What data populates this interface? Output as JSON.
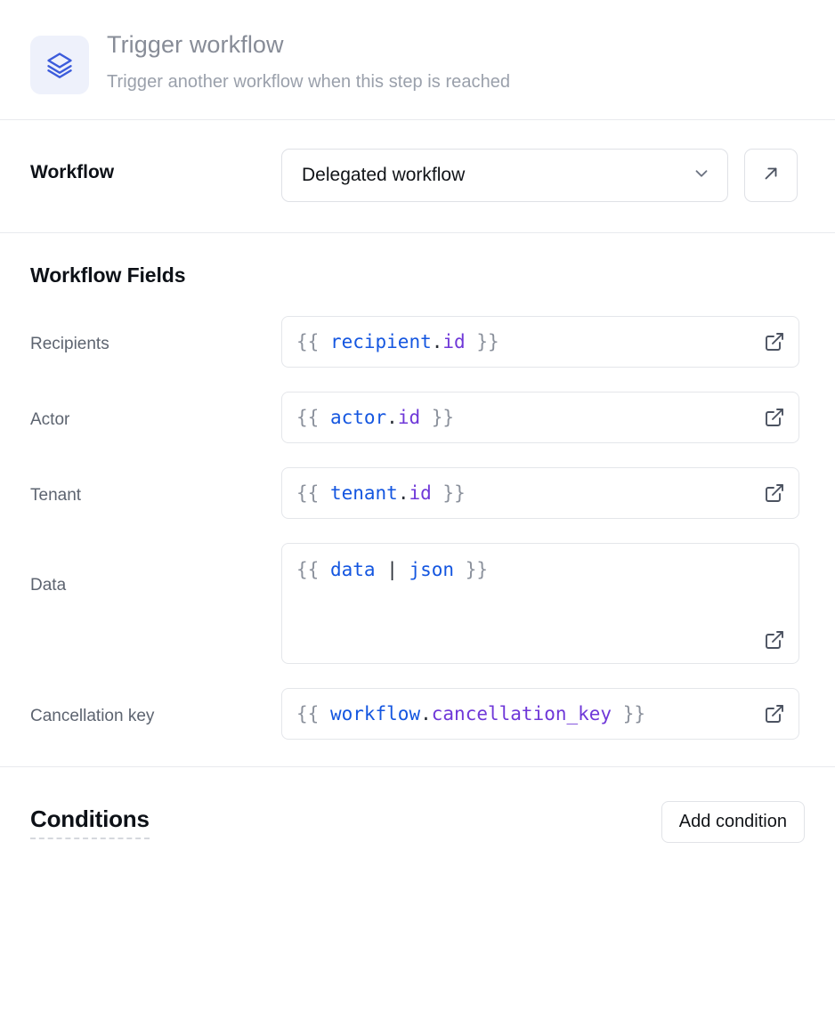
{
  "header": {
    "icon": "layers-stack-icon",
    "title": "Trigger workflow",
    "subtitle": "Trigger another workflow when this step is reached",
    "icon_color": "#3b5bdb",
    "icon_bg": "#eef1fb"
  },
  "workflow": {
    "label": "Workflow",
    "selected": "Delegated workflow",
    "dropdown_icon": "chevron-down-icon",
    "open_button_icon": "arrow-up-right-icon"
  },
  "fields": {
    "section_title": "Workflow Fields",
    "expand_icon": "external-link-icon",
    "items": [
      {
        "label": "Recipients",
        "value": "{{ recipient.id }}",
        "tokens": [
          {
            "t": "{{",
            "k": "brace"
          },
          {
            "t": " ",
            "k": "plain"
          },
          {
            "t": "recipient",
            "k": "root"
          },
          {
            "t": ".",
            "k": "dot"
          },
          {
            "t": "id",
            "k": "prop"
          },
          {
            "t": " ",
            "k": "plain"
          },
          {
            "t": "}}",
            "k": "brace"
          }
        ],
        "multiline": false
      },
      {
        "label": "Actor",
        "value": "{{ actor.id }}",
        "tokens": [
          {
            "t": "{{",
            "k": "brace"
          },
          {
            "t": " ",
            "k": "plain"
          },
          {
            "t": "actor",
            "k": "root"
          },
          {
            "t": ".",
            "k": "dot"
          },
          {
            "t": "id",
            "k": "prop"
          },
          {
            "t": " ",
            "k": "plain"
          },
          {
            "t": "}}",
            "k": "brace"
          }
        ],
        "multiline": false
      },
      {
        "label": "Tenant",
        "value": "{{ tenant.id }}",
        "tokens": [
          {
            "t": "{{",
            "k": "brace"
          },
          {
            "t": " ",
            "k": "plain"
          },
          {
            "t": "tenant",
            "k": "root"
          },
          {
            "t": ".",
            "k": "dot"
          },
          {
            "t": "id",
            "k": "prop"
          },
          {
            "t": " ",
            "k": "plain"
          },
          {
            "t": "}}",
            "k": "brace"
          }
        ],
        "multiline": false
      },
      {
        "label": "Data",
        "value": "{{ data | json }}",
        "tokens": [
          {
            "t": "{{",
            "k": "brace"
          },
          {
            "t": " ",
            "k": "plain"
          },
          {
            "t": "data",
            "k": "root"
          },
          {
            "t": " ",
            "k": "plain"
          },
          {
            "t": "|",
            "k": "pipe"
          },
          {
            "t": " ",
            "k": "plain"
          },
          {
            "t": "json",
            "k": "root"
          },
          {
            "t": " ",
            "k": "plain"
          },
          {
            "t": "}}",
            "k": "brace"
          }
        ],
        "multiline": true
      },
      {
        "label": "Cancellation key",
        "value": "{{ workflow.cancellation_key }}",
        "tokens": [
          {
            "t": "{{",
            "k": "brace"
          },
          {
            "t": " ",
            "k": "plain"
          },
          {
            "t": "workflow",
            "k": "root"
          },
          {
            "t": ".",
            "k": "dot"
          },
          {
            "t": "cancellation_key",
            "k": "prop"
          },
          {
            "t": " ",
            "k": "plain"
          },
          {
            "t": "}}",
            "k": "brace"
          }
        ],
        "multiline": false
      }
    ]
  },
  "conditions": {
    "title": "Conditions",
    "add_label": "Add condition"
  },
  "colors": {
    "token_brace": "#8b919c",
    "token_root": "#1456e0",
    "token_prop": "#6f38d8",
    "divider": "#e8eaee",
    "border": "#e4e6ea"
  }
}
